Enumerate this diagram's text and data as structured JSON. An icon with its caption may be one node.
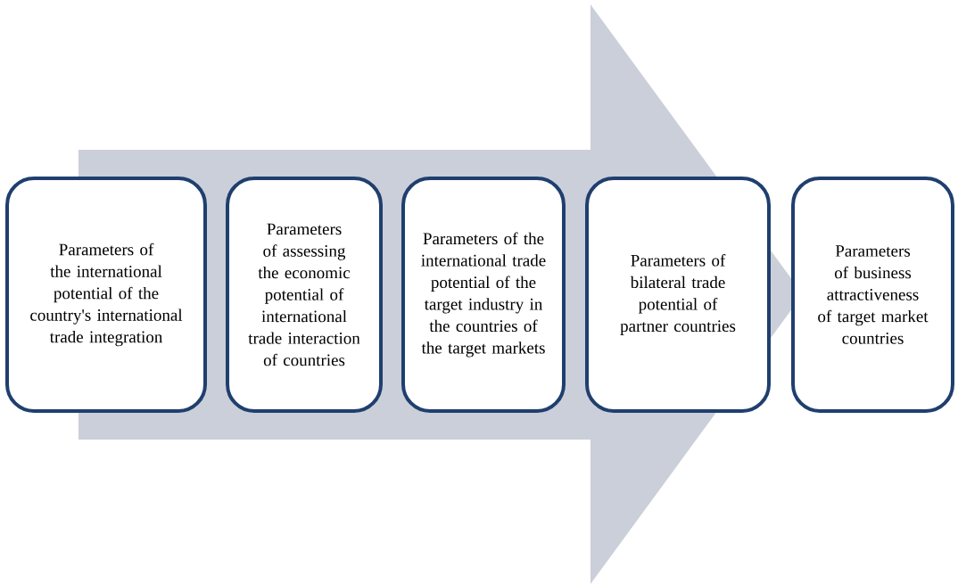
{
  "diagram": {
    "nodes": [
      {
        "text": [
          "Parameters of the international potential of the country's international trade integration"
        ]
      },
      {
        "text": [
          "Parameters of assessing the economic potential of international trade interaction of countries"
        ]
      },
      {
        "text": [
          "Parameters of the international trade potential of the target industry in the countries of the target markets"
        ]
      },
      {
        "text": [
          "Parameters of bilateral trade potential of partner countries"
        ]
      },
      {
        "text": [
          "Parameters of business attractiveness of target market countries"
        ]
      }
    ],
    "edges": [
      {
        "from": 0,
        "to": 4,
        "arrow": "to"
      }
    ]
  }
}
